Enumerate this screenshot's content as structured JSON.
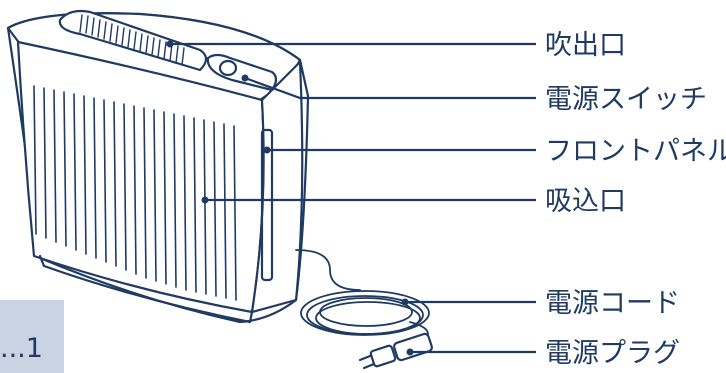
{
  "labels": {
    "outlet": "吹出口",
    "power_switch": "電源スイッチ",
    "front_panel": "フロントパネル",
    "intake": "吸込口",
    "power_cord": "電源コード",
    "power_plug": "電源プラグ"
  },
  "corner_text": "...1",
  "colors": {
    "ink": "#1f3a63",
    "corner_fill": "#c9d3e3",
    "background": "#ffffff"
  }
}
